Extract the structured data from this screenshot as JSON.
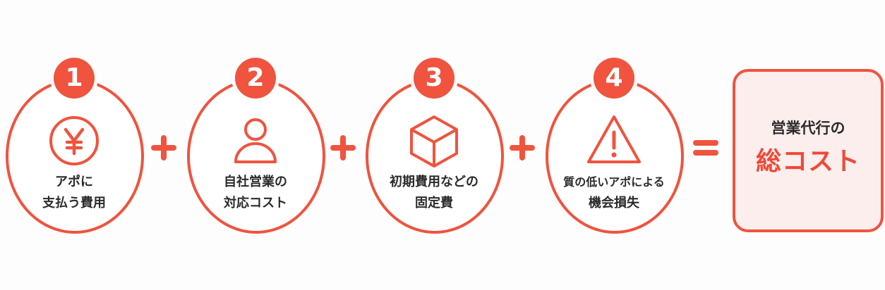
{
  "colors": {
    "accent": "#f0533e",
    "text": "#2b2b2b",
    "total_bg": "#fdeeee",
    "background": "#fdfdfd"
  },
  "items": [
    {
      "number": "1",
      "icon": "yen-coin-icon",
      "line1": "アポに",
      "line2": "支払う費用"
    },
    {
      "number": "2",
      "icon": "person-icon",
      "line1": "自社営業の",
      "line2": "対応コスト"
    },
    {
      "number": "3",
      "icon": "cube-icon",
      "line1": "初期費用などの",
      "line2": "固定費"
    },
    {
      "number": "4",
      "icon": "warning-icon",
      "line1": "質の低いアポによる",
      "line2": "機会損失"
    }
  ],
  "operators": [
    "+",
    "+",
    "+",
    "="
  ],
  "total": {
    "line1": "営業代行の",
    "line2": "総コスト"
  }
}
